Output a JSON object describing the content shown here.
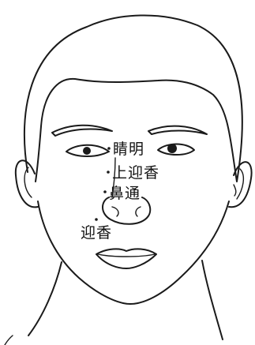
{
  "diagram": {
    "points": [
      {
        "id": "jingming",
        "label": "睛明"
      },
      {
        "id": "shangyingxiang",
        "label": "上迎香"
      },
      {
        "id": "bitong",
        "label": "鼻通"
      },
      {
        "id": "yingxiang",
        "label": "迎香"
      }
    ]
  }
}
